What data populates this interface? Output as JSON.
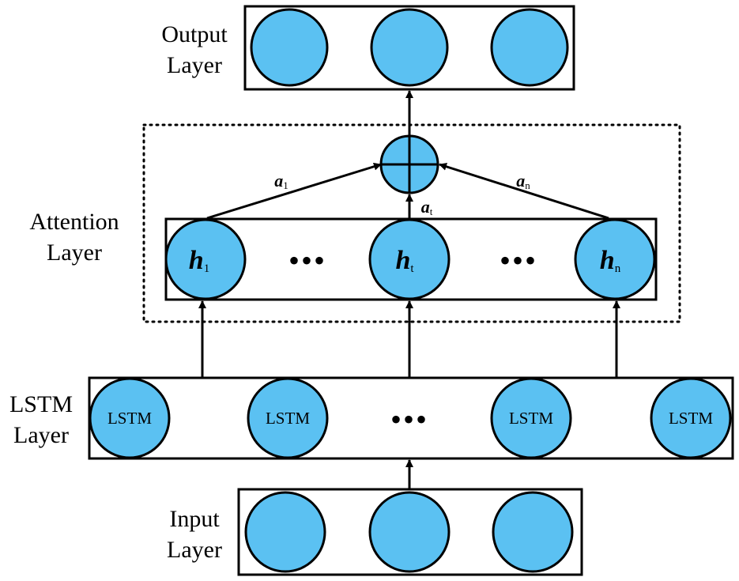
{
  "colors": {
    "node_fill": "#5BC1F2",
    "stroke": "#000000",
    "background": "#FFFFFF"
  },
  "layers": {
    "output": {
      "label_line1": "Output",
      "label_line2": "Layer"
    },
    "attention": {
      "label_line1": "Attention",
      "label_line2": "Layer"
    },
    "lstm": {
      "label_line1": "LSTM",
      "label_line2": "Layer"
    },
    "input": {
      "label_line1": "Input",
      "label_line2": "Layer"
    }
  },
  "attention": {
    "hidden_states": [
      {
        "symbol": "h",
        "subscript": "1"
      },
      {
        "symbol": "h",
        "subscript": "t"
      },
      {
        "symbol": "h",
        "subscript": "n"
      }
    ],
    "weights": [
      {
        "symbol": "a",
        "subscript": "1"
      },
      {
        "symbol": "a",
        "subscript": "t"
      },
      {
        "symbol": "a",
        "subscript": "n"
      }
    ],
    "ellipsis": "•••",
    "combiner_icon": "circle-plus-icon"
  },
  "lstm": {
    "cells": [
      "LSTM",
      "LSTM",
      "LSTM",
      "LSTM"
    ],
    "ellipsis": "•••"
  },
  "output_node_count": 3,
  "input_node_count": 3
}
